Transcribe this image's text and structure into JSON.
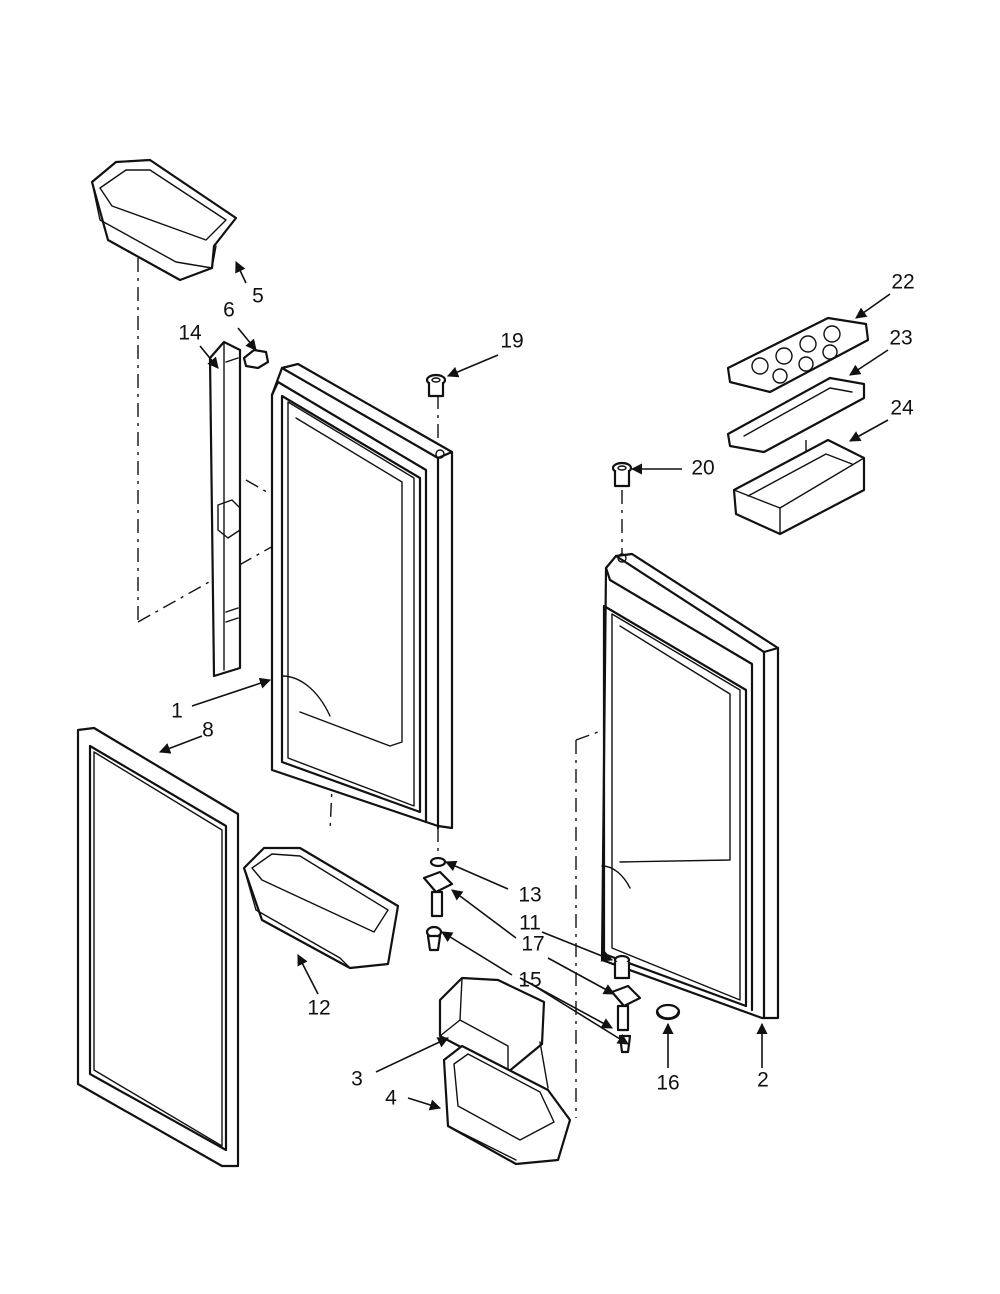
{
  "diagram": {
    "type": "exploded-parts-view",
    "callouts": {
      "c1": "1",
      "c2": "2",
      "c3": "3",
      "c4": "4",
      "c5": "5",
      "c6": "6",
      "c8": "8",
      "c11": "11",
      "c12": "12",
      "c13": "13",
      "c14": "14",
      "c15": "15",
      "c16": "16",
      "c17": "17",
      "c19": "19",
      "c20": "20",
      "c22": "22",
      "c23": "23",
      "c24": "24"
    }
  }
}
